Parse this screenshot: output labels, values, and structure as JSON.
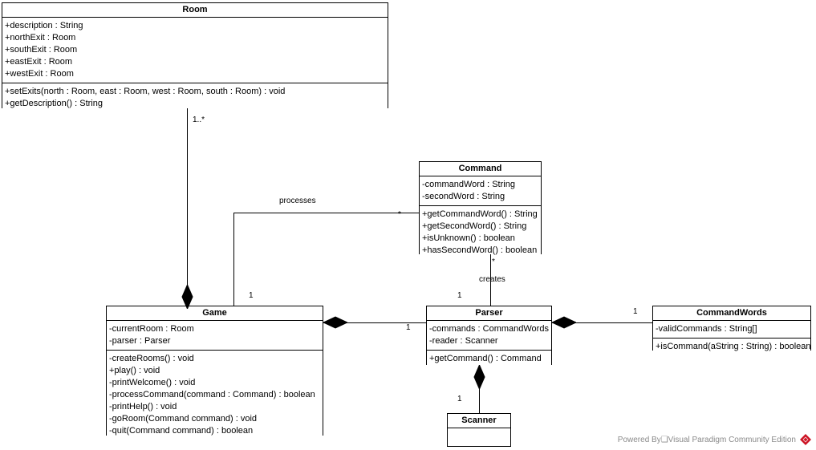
{
  "diagram": {
    "type": "uml-class-diagram",
    "background": "#ffffff",
    "line_color": "#000000"
  },
  "classes": {
    "room": {
      "name": "Room",
      "attributes": [
        "+description : String",
        "+northExit : Room",
        "+southExit : Room",
        "+eastExit : Room",
        "+westExit : Room"
      ],
      "operations": [
        "+setExits(north : Room, east : Room, west : Room, south : Room) : void",
        "+getDescription() : String"
      ]
    },
    "command": {
      "name": "Command",
      "attributes": [
        "-commandWord : String",
        "-secondWord : String"
      ],
      "operations": [
        "+getCommandWord() : String",
        "+getSecondWord() : String",
        "+isUnknown() : boolean",
        "+hasSecondWord() : boolean"
      ]
    },
    "game": {
      "name": "Game",
      "attributes": [
        "-currentRoom : Room",
        "-parser : Parser"
      ],
      "operations": [
        "-createRooms() : void",
        "+play() : void",
        "-printWelcome() : void",
        "-processCommand(command : Command) : boolean",
        "-printHelp() : void",
        "-goRoom(Command command) : void",
        "-quit(Command command) : boolean"
      ]
    },
    "parser": {
      "name": "Parser",
      "attributes": [
        "-commands : CommandWords",
        "-reader : Scanner"
      ],
      "operations": [
        "+getCommand() : Command"
      ]
    },
    "commandwords": {
      "name": "CommandWords",
      "attributes": [
        "-validCommands : String[]"
      ],
      "operations": [
        "+isCommand(aString : String) : boolean"
      ]
    },
    "scanner": {
      "name": "Scanner",
      "attributes": [],
      "operations": []
    }
  },
  "relationships": {
    "room_game": {
      "source": "Game",
      "target": "Room",
      "kind": "composition",
      "source_multiplicity": "",
      "target_multiplicity": "1..*"
    },
    "game_command": {
      "source": "Game",
      "target": "Command",
      "kind": "association",
      "label": "processes",
      "source_multiplicity": "1",
      "target_multiplicity": "*"
    },
    "parser_command": {
      "source": "Parser",
      "target": "Command",
      "kind": "association",
      "label": "creates",
      "source_multiplicity": "1",
      "target_multiplicity": "*"
    },
    "game_parser": {
      "source": "Game",
      "target": "Parser",
      "kind": "composition",
      "target_multiplicity": "1"
    },
    "parser_commandwords": {
      "source": "Parser",
      "target": "CommandWords",
      "kind": "composition",
      "target_multiplicity": "1"
    },
    "parser_scanner": {
      "source": "Parser",
      "target": "Scanner",
      "kind": "composition",
      "target_multiplicity": "1"
    }
  },
  "watermark": {
    "text": "Powered By❑Visual Paradigm Community Edition",
    "logo_color": "#cc1122"
  }
}
